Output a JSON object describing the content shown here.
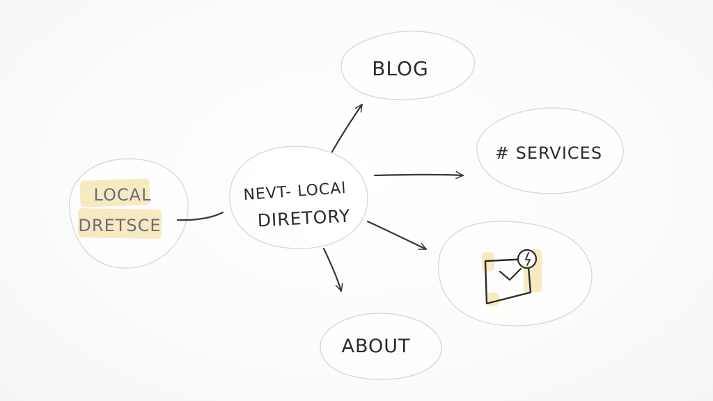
{
  "nodes": {
    "center": {
      "line1": "NEVT- LOCAl",
      "line2": "DIRETORY"
    },
    "blog": {
      "label": "BLOG"
    },
    "services": {
      "label": "# SERVICES"
    },
    "about": {
      "label": "ABOUT"
    },
    "local": {
      "line1": "LOCAL",
      "line2": "DRETSCE"
    },
    "contact": {
      "icon": "envelope-clock-icon"
    }
  },
  "colors": {
    "ink": "#2e2a28",
    "outline": "#d9d9d6",
    "highlight": "#f3d98e",
    "faded_ink": "#6f6a78"
  }
}
